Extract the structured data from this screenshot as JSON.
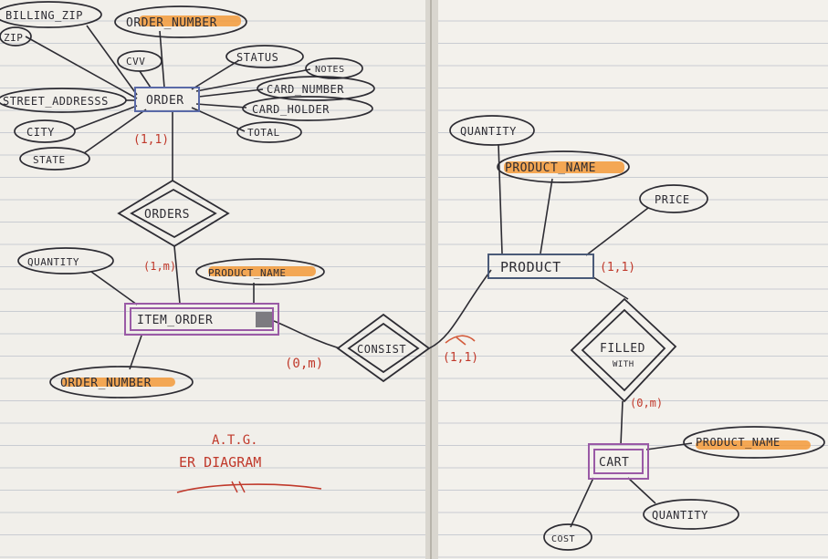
{
  "diagram": {
    "attributes": {
      "billing_zip": "BILLING_ZIP",
      "zip": "ZIP",
      "order_number_top": "ORDER_NUMBER",
      "cvv": "CVV",
      "status": "STATUS",
      "notes": "NOTES",
      "card_number": "CARD_NUMBER",
      "card_holder": "CARD_HOLDER",
      "total": "TOTAL",
      "street_address": "STREET_ADDRESSS",
      "city": "CITY",
      "state": "STATE",
      "quantity_left": "QUANTITY",
      "product_name_left": "PRODUCT_NAME",
      "order_number_item": "ORDER_NUMBER",
      "quantity_product": "QUANTITY",
      "product_name_product": "PRODUCT_NAME",
      "price": "PRICE",
      "product_name_cart": "PRODUCT_NAME",
      "quantity_cart": "QUANTITY",
      "cost": "COST"
    },
    "entities": {
      "order": "ORDER",
      "item_order": "ITEM_ORDER",
      "product": "PRODUCT",
      "cart": "CART"
    },
    "relationships": {
      "orders": "ORDERS",
      "consist": "CONSIST",
      "filled_line1": "FILLED",
      "filled_line2": "WITH"
    },
    "cardinalities": {
      "order_orders": "(1,1)",
      "orders_item": "(1,m)",
      "item_consist": "(0,m)",
      "consist_product": "(1,1)",
      "product_filled": "(1,1)",
      "filled_cart": "(0,m)"
    },
    "caption": {
      "line1": "A.T.G.",
      "line2": "ER DIAGRAM"
    },
    "colors": {
      "ink": "#2d2c33",
      "highlight": "#f39a3a",
      "cardinality": "#c0392b",
      "order_entity": "#5a6aa8",
      "item_entity": "#9a5aa6",
      "product_entity": "#4a5a78",
      "cart_entity": "#9a5aa6"
    }
  }
}
